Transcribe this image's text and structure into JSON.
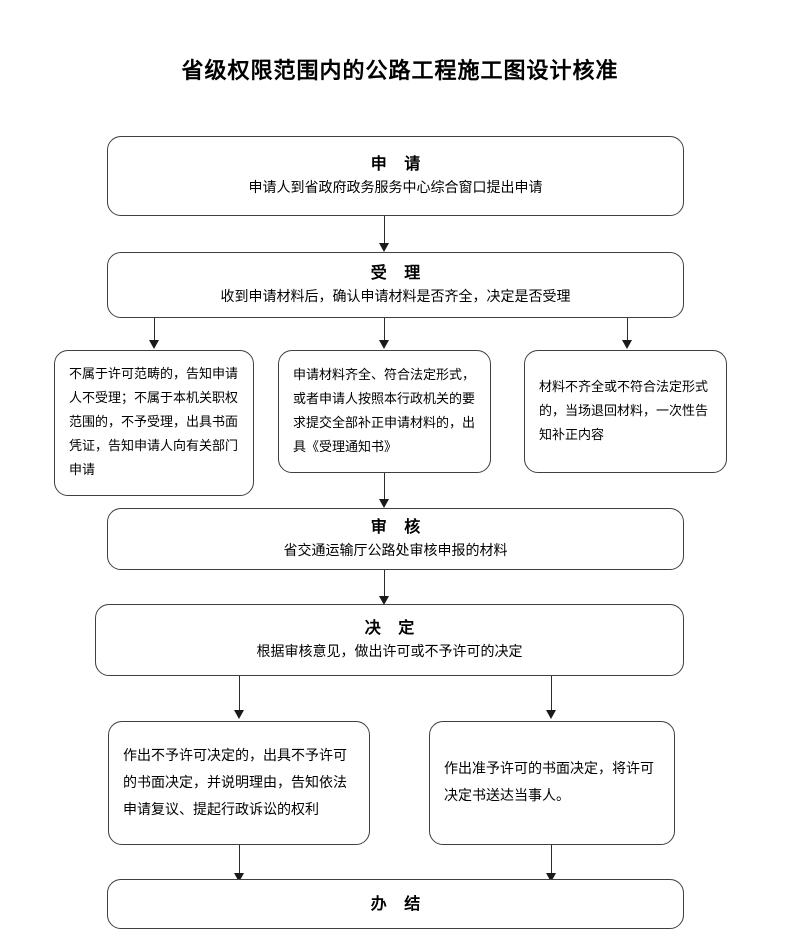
{
  "document": {
    "title": "省级权限范围内的公路工程施工图设计核准",
    "type": "flowchart",
    "accent_color": "#000000",
    "border_color": "#3f3f3f",
    "background_color": "#ffffff"
  },
  "nodes": {
    "apply": {
      "heading": "申 请",
      "body": "申请人到省政府政务服务中心综合窗口提出申请"
    },
    "accept": {
      "heading": "受 理",
      "body": "收到申请材料后，确认申请材料是否齐全，决定是否受理"
    },
    "branch_left": {
      "body": "不属于许可范畴的，告知申请人不受理；不属于本机关职权范围的，不予受理，出具书面凭证，告知申请人向有关部门申请"
    },
    "branch_middle": {
      "body": "申请材料齐全、符合法定形式，或者申请人按照本行政机关的要求提交全部补正申请材料的，出具《受理通知书》"
    },
    "branch_right": {
      "body": "材料不齐全或不符合法定形式的，当场退回材料，一次性告知补正内容"
    },
    "review": {
      "heading": "审 核",
      "body": "省交通运输厅公路处审核申报的材料"
    },
    "decide": {
      "heading": "决 定",
      "body": "根据审核意见，做出许可或不予许可的决定"
    },
    "result_reject": {
      "body": "作出不予许可决定的，出具不予许可的书面决定，并说明理由，告知依法申请复议、提起行政诉讼的权利"
    },
    "result_approve": {
      "body": "作出准予许可的书面决定，将许可决定书送达当事人。"
    },
    "finish": {
      "heading": "办 结"
    }
  }
}
